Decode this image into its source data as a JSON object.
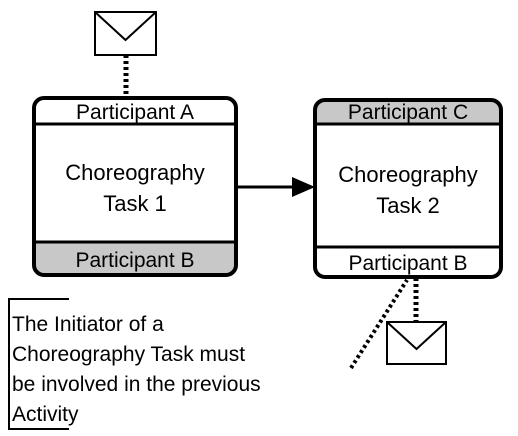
{
  "colors": {
    "initiating_band": "#ffffff",
    "non_initiating_band": "#c8c8c8",
    "stroke": "#000000"
  },
  "task1": {
    "top_participant": "Participant A",
    "name_line1": "Choreography",
    "name_line2": "Task 1",
    "bottom_participant": "Participant B"
  },
  "task2": {
    "top_participant": "Participant C",
    "name_line1": "Choreography",
    "name_line2": "Task 2",
    "bottom_participant": "Participant B"
  },
  "annotation": {
    "line1": "The Initiator of a",
    "line2": "Choreography Task must",
    "line3": "be involved in the previous",
    "line4": "Activity"
  },
  "icons": {
    "message": "envelope-icon"
  }
}
